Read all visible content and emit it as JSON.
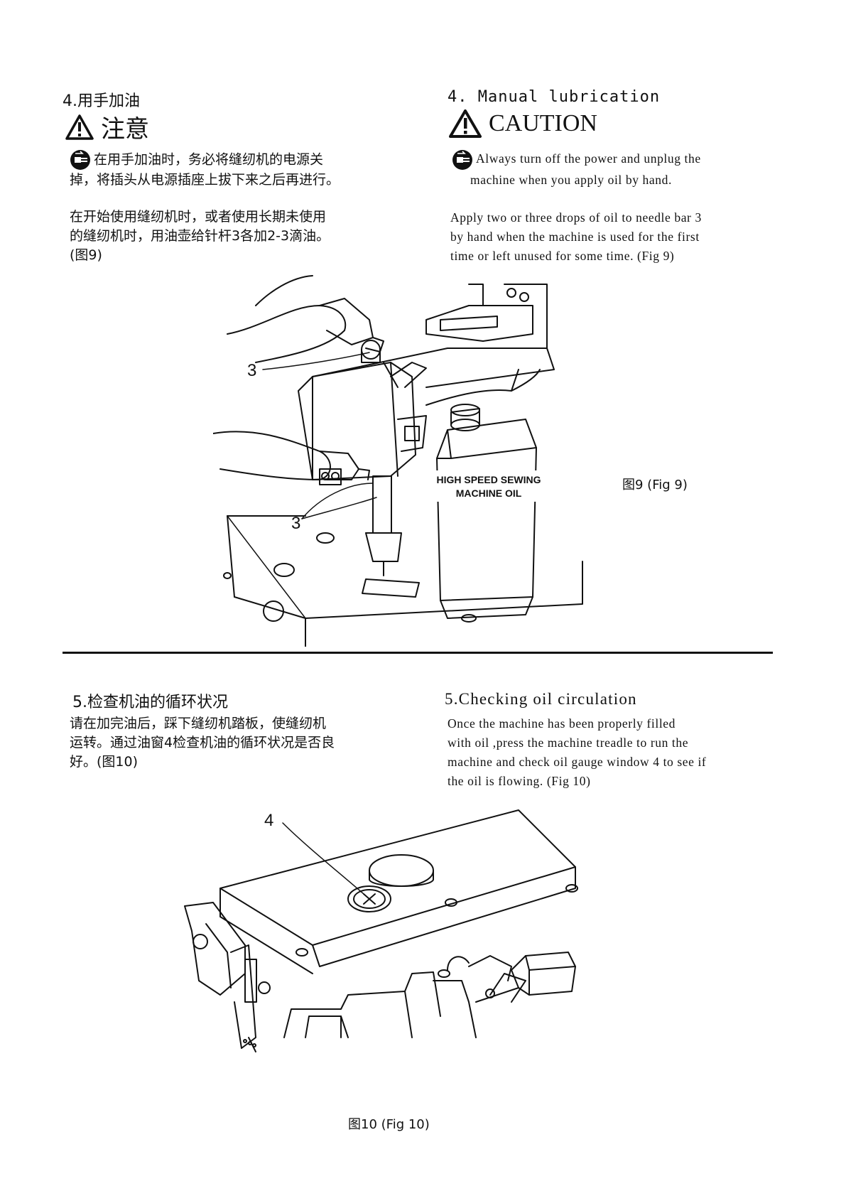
{
  "section4": {
    "zh_heading": "4.用手加油",
    "en_heading": "4. Manual lubrication",
    "zh_caution": "注意",
    "en_caution": "CAUTION",
    "zh_warning_lines": [
      "在用手加油时，务必将缝纫机的电源关",
      "掉，将插头从电源插座上拔下来之后再进行。"
    ],
    "en_warning_lines": [
      "Always turn off the power and unplug the",
      "machine when you apply oil by hand."
    ],
    "zh_body_lines": [
      "在开始使用缝纫机时，或者使用长期未使用",
      "的缝纫机时，用油壶给针杆3各加2-3滴油。",
      "(图9)"
    ],
    "en_body_lines": [
      "Apply two or three drops of oil to needle bar 3",
      "by hand when the machine is used for the first",
      "time or left unused for some time. (Fig 9)"
    ],
    "figure_caption": "图9 (Fig 9)",
    "figure_labels": {
      "callout_top": "3",
      "callout_bottom": "3",
      "bottle_line1": "HIGH SPEED SEWING",
      "bottle_line2": "MACHINE OIL"
    }
  },
  "section5": {
    "zh_heading": "5.检查机油的循环状况",
    "en_heading": "5.Checking oil circulation",
    "zh_body_lines": [
      "请在加完油后，踩下缝纫机踏板，使缝纫机",
      "运转。通过油窗4检查机油的循环状况是否良",
      "好。(图10)"
    ],
    "en_body_lines": [
      "Once the machine has been properly filled",
      "with oil ,press the machine treadle to run the",
      "machine and check oil gauge window 4 to see if",
      "the oil is flowing. (Fig 10)"
    ],
    "figure_caption": "图10 (Fig 10)",
    "figure_labels": {
      "callout": "4"
    }
  },
  "icons": {
    "warning": "warning-triangle-icon",
    "unplug": "unplug-power-icon"
  }
}
